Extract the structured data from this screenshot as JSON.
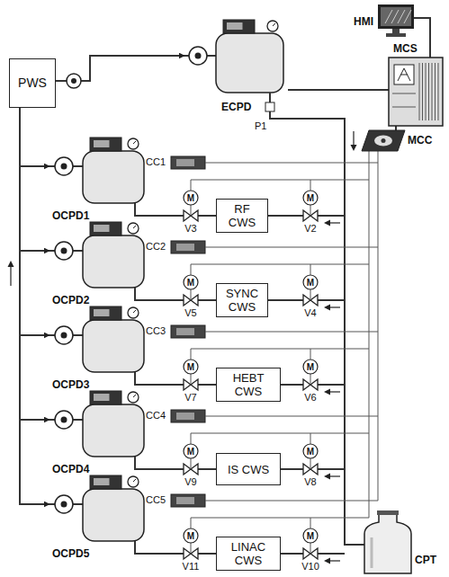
{
  "diagram": {
    "nodes": [
      {
        "text": [
          "HMI"
        ]
      },
      {
        "text": [
          "PWS"
        ]
      },
      {
        "text": [
          "ECPD"
        ]
      },
      {
        "text": [
          "MCS"
        ]
      },
      {
        "text": [
          "MCC"
        ]
      },
      {
        "text": [
          "OCPD1"
        ]
      },
      {
        "text": [
          "RF CWS"
        ]
      },
      {
        "text": [
          "OCPD2"
        ]
      },
      {
        "text": [
          "SYNC CWS"
        ]
      },
      {
        "text": [
          "OCPD3"
        ]
      },
      {
        "text": [
          "HEBT CWS"
        ]
      },
      {
        "text": [
          "OCPD4"
        ]
      },
      {
        "text": [
          "IS CWS"
        ]
      },
      {
        "text": [
          "OCPD5"
        ]
      },
      {
        "text": [
          "LINAC CWS"
        ]
      },
      {
        "text": [
          "CPT"
        ]
      }
    ],
    "edges": [
      {
        "from": 1,
        "to": 2,
        "arrow": "to"
      },
      {
        "from": 1,
        "to": 5,
        "arrow": "to"
      },
      {
        "from": 1,
        "to": 7,
        "arrow": "to"
      },
      {
        "from": 1,
        "to": 9,
        "arrow": "to"
      },
      {
        "from": 1,
        "to": 11,
        "arrow": "to"
      },
      {
        "from": 1,
        "to": 13,
        "arrow": "to"
      },
      {
        "from": 5,
        "to": 6,
        "arrow": "none"
      },
      {
        "from": 7,
        "to": 8,
        "arrow": "none"
      },
      {
        "from": 9,
        "to": 10,
        "arrow": "none"
      },
      {
        "from": 11,
        "to": 12,
        "arrow": "none"
      },
      {
        "from": 13,
        "to": 14,
        "arrow": "none"
      },
      {
        "from": 2,
        "to": 15,
        "arrow": "none"
      },
      {
        "from": 0,
        "to": 3,
        "arrow": "none"
      },
      {
        "from": 3,
        "to": 2,
        "arrow": "none"
      },
      {
        "from": 3,
        "to": 4,
        "arrow": "none"
      }
    ],
    "labels": [
      "P1",
      "CC1",
      "V3",
      "V2",
      "M",
      "M",
      "CC2",
      "V5",
      "V4",
      "M",
      "M",
      "CC3",
      "V7",
      "V6",
      "M",
      "M",
      "CC4",
      "V9",
      "V8",
      "M",
      "M",
      "CC5",
      "V11",
      "V10",
      "M",
      "M"
    ]
  }
}
